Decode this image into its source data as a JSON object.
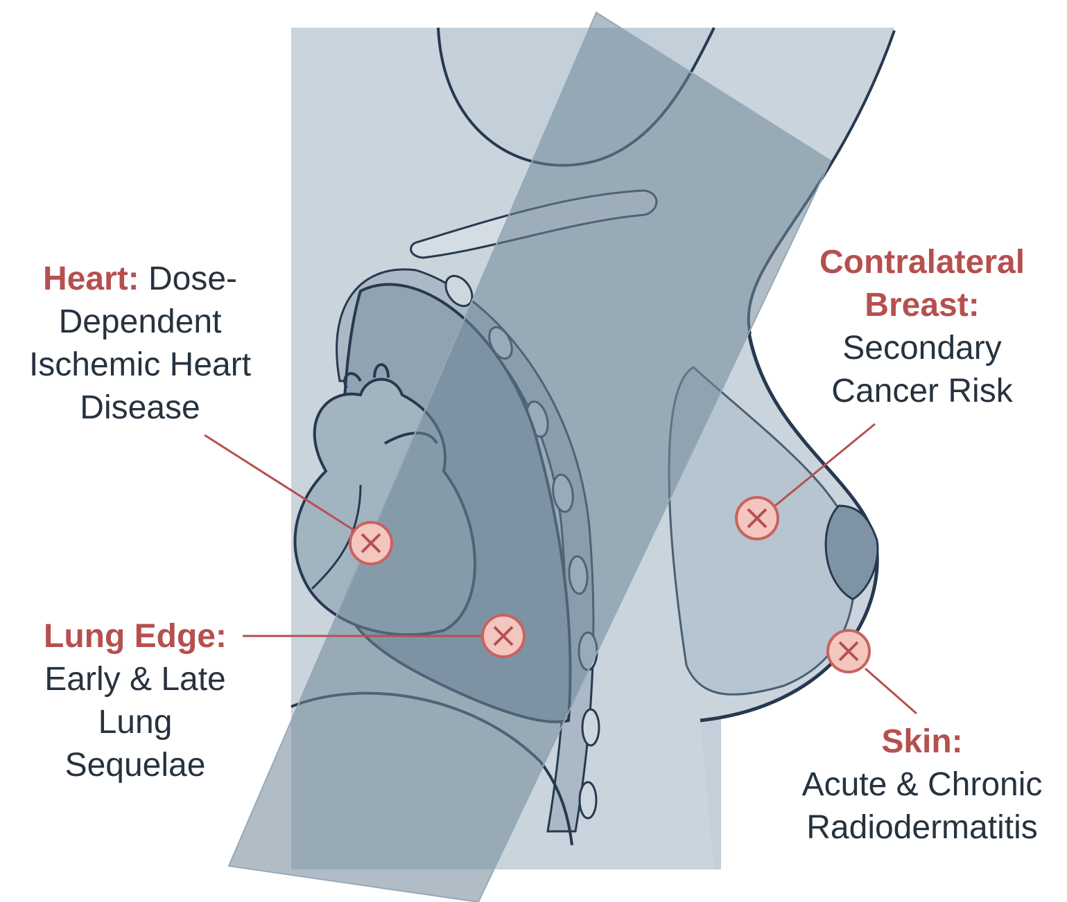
{
  "labels": {
    "heart": {
      "title": "Heart:",
      "text_line1": "Dose-",
      "text_rest": [
        "Dependent",
        "Ischemic Heart",
        "Disease"
      ]
    },
    "lung": {
      "title": "Lung Edge:",
      "text": [
        "Early & Late",
        "Lung",
        "Sequelae"
      ]
    },
    "contralateral_breast": {
      "title_lines": [
        "Contralateral",
        "Breast:"
      ],
      "text": [
        "Secondary",
        "Cancer Risk"
      ]
    },
    "skin": {
      "title": "Skin:",
      "text": [
        "Acute & Chronic",
        "Radiodermatitis"
      ]
    }
  },
  "icons": {
    "marker": "x-circle-icon"
  },
  "colors": {
    "beam": "#6f8798",
    "beam_edge": "#94a9b8",
    "tissue": "#c9d4dc",
    "outline": "#26394f",
    "accent": "#b5504f",
    "marker_fill": "#f4c6c0",
    "text": "#26323f"
  }
}
